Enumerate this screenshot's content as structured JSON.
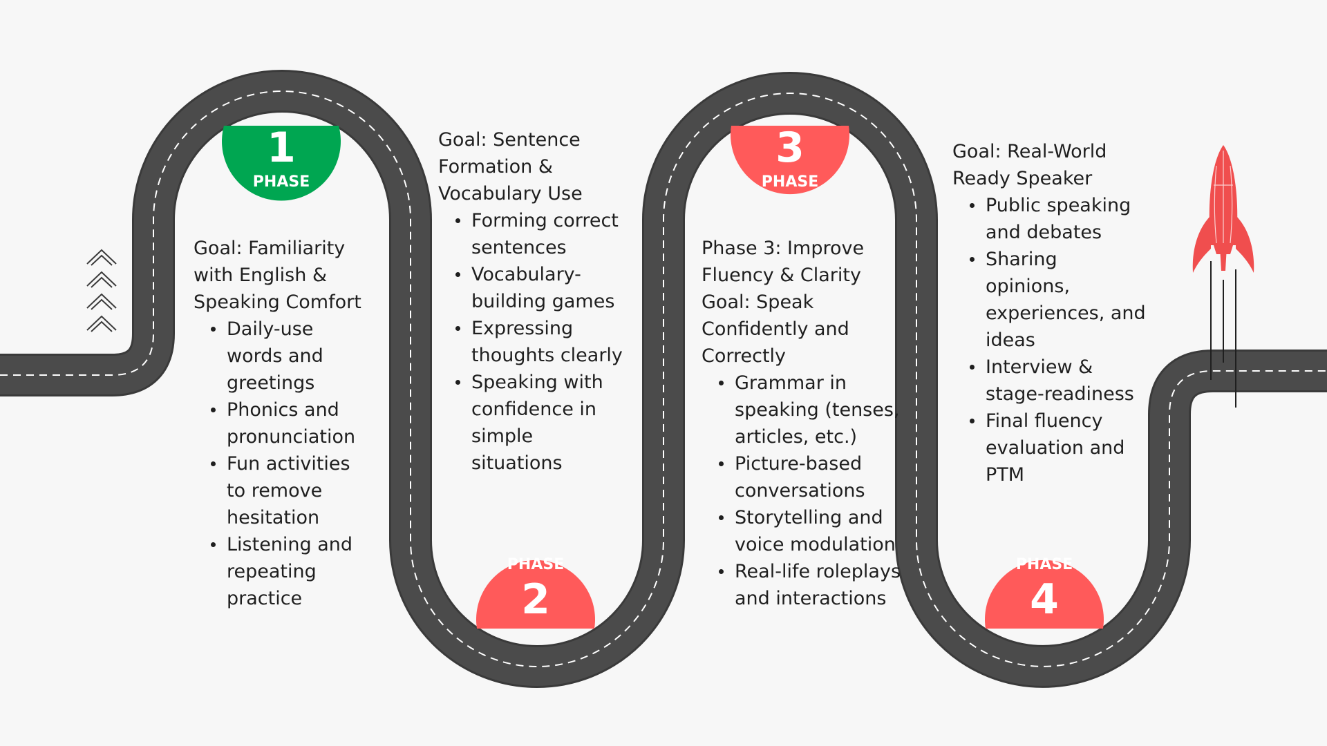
{
  "colors": {
    "road": "#4b4b4b",
    "road_edge": "#3a3a3a",
    "lane_dash": "#ffffff",
    "phase1": "#00a651",
    "phase_other": "#ff5a5a",
    "rocket": "#f04e4e",
    "background": "#f7f7f7",
    "text": "#1f1f1f"
  },
  "icons": {
    "start_marker": "chevron-up-stack-icon",
    "finish": "rocket-icon"
  },
  "phases": [
    {
      "number": "1",
      "label": "PHASE",
      "color": "phase1",
      "intro": [
        "Goal: Familiarity with English & Speaking Comfort"
      ],
      "items": [
        "Daily-use words and greetings",
        "Phonics and pronunciation",
        "Fun activities to remove hesitation",
        "Listening and repeating practice"
      ]
    },
    {
      "number": "2",
      "label": "PHASE",
      "color": "phase_other",
      "intro": [
        "Goal: Sentence Formation & Vocabulary Use"
      ],
      "items": [
        "Forming correct sentences",
        "Vocabulary-building games",
        "Expressing thoughts clearly",
        "Speaking with confidence in simple situations"
      ]
    },
    {
      "number": "3",
      "label": "PHASE",
      "color": "phase_other",
      "intro": [
        "Phase 3: Improve Fluency & Clarity",
        "Goal: Speak Confidently and Correctly"
      ],
      "items": [
        "Grammar in speaking (tenses, articles, etc.)",
        "Picture-based conversations",
        "Storytelling and voice modulation",
        "Real-life roleplays and interactions"
      ]
    },
    {
      "number": "4",
      "label": "PHASE",
      "color": "phase_other",
      "intro": [
        "Goal: Real-World Ready Speaker"
      ],
      "items": [
        "Public speaking and debates",
        "Sharing opinions, experiences, and ideas",
        "Interview & stage-readiness",
        "Final fluency evaluation and PTM"
      ]
    }
  ]
}
